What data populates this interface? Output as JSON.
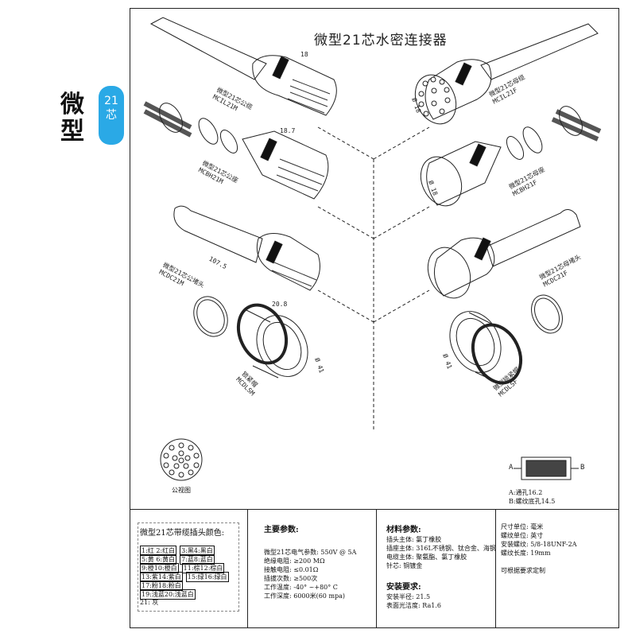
{
  "side_title": {
    "chars": [
      "微",
      "型"
    ],
    "badge_number": "21",
    "badge_char": "芯"
  },
  "drawing": {
    "title": "微型21芯水密连接器",
    "parts": [
      {
        "cn": "微型21芯公缆",
        "code": "MCIL21M"
      },
      {
        "cn": "微型21芯公座",
        "code": "MCBH21M"
      },
      {
        "cn": "微型21芯公堵头",
        "code": "MCDC21M"
      },
      {
        "cn": "锁紧帽",
        "code": "MCDLSM"
      },
      {
        "cn": "微型21芯母缆",
        "code": "MCIL21F"
      },
      {
        "cn": "微型21芯母座",
        "code": "MCBH21F"
      },
      {
        "cn": "微型21芯母堵头",
        "code": "MCDC21F"
      },
      {
        "cn": "微型锁紧帽",
        "code": "MCDLSF"
      }
    ],
    "pin_view_label": "公视图",
    "legend": {
      "a_letter": "A",
      "b_letter": "B",
      "a_text": "A:通孔16.2",
      "b_text": "B:螺纹底孔14.5"
    },
    "dims": [
      "18",
      "18.7",
      "107.5",
      "20.8",
      "Ø 41",
      "Ø 41",
      "Ø 18",
      "Ø 18"
    ]
  },
  "footer": {
    "colors": {
      "title": "微型21芯带缆插头颜色:",
      "rows": [
        [
          "1:红 2:红白",
          "3:黑4:黑白"
        ],
        [
          "5:黄 6:黄白",
          "7:蓝8:蓝白"
        ],
        [
          "9:橙10:橙白",
          "11:棕12:棕白"
        ],
        [
          "13:紫14:紫白",
          "15:绿16:绿白"
        ],
        [
          "17:粉18:粉白",
          ""
        ],
        [
          "19:浅蓝20:浅蓝白",
          ""
        ],
        [
          "21: 灰",
          ""
        ]
      ]
    },
    "params": {
      "title": "主要参数:",
      "items": [
        "微型21芯电气参数: 550V @ 5A",
        "绝缘电阻: ≥200 MΩ",
        "接触电阻: ≤0.01Ω",
        "插拔次数: ≥500次",
        "工作温度: -40° ~+80° C",
        "工作深度: 6000米(60 mpa)"
      ]
    },
    "materials": {
      "title": "材料参数:",
      "items": [
        "插头主体: 氯丁橡胶",
        "插座主体: 316L不锈钢、钛合金、海钢",
        "电缆主体: 聚氨酯、氯丁橡胶",
        "针芯: 铜镀金"
      ],
      "install_title": "安装要求:",
      "install_items": [
        "安装半径: 21.5",
        "表面光洁度: Ra1.6"
      ]
    },
    "units": {
      "items": [
        "尺寸单位: 毫米",
        "螺纹单位: 英寸",
        "安装螺纹: 5/8-18UNF-2A",
        "螺纹长度: 19mm",
        "",
        "可根据要求定制"
      ]
    }
  }
}
